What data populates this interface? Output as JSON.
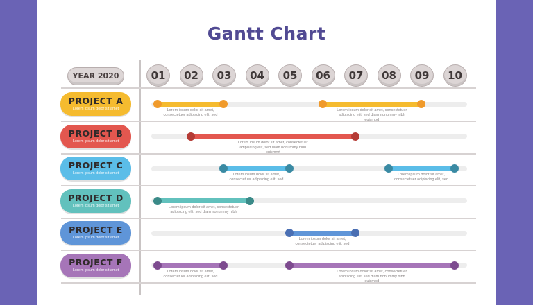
{
  "title": "Gantt Chart",
  "year_label": "YEAR 2020",
  "months": [
    "01",
    "02",
    "03",
    "04",
    "05",
    "06",
    "07",
    "08",
    "09",
    "10"
  ],
  "projects": [
    {
      "label": "PROJECT A",
      "sub": "Lorem ipsum dolor sit amet",
      "color": "#f5bb2f",
      "dot": "#f09a2b",
      "tasks": [
        {
          "start": 1,
          "end": 3,
          "note": [
            "Lorem ipsum dolor sit amet,",
            "consectetuer adipiscing elit, sed"
          ]
        },
        {
          "start": 6,
          "end": 9,
          "note": [
            "Lorem ipsum dolor sit amet, consectetuer",
            "adipiscing elit, sed diam nonummy nibh euismod"
          ]
        }
      ]
    },
    {
      "label": "PROJECT B",
      "sub": "Lorem ipsum dolor sit amet",
      "color": "#e3574f",
      "dot": "#b53b35",
      "tasks": [
        {
          "start": 2,
          "end": 7,
          "note": [
            "Lorem ipsum dolor sit amet, consectetuer",
            "adipiscing elit, sed diam nonummy nibh euismod"
          ]
        }
      ]
    },
    {
      "label": "PROJECT C",
      "sub": "Lorem ipsum dolor sit amet",
      "color": "#5bbde8",
      "dot": "#3a8aa3",
      "tasks": [
        {
          "start": 3,
          "end": 5,
          "note": [
            "Lorem ipsum dolor sit amet,",
            "consectetuer adipiscing elit, sed"
          ]
        },
        {
          "start": 8,
          "end": 10,
          "note": [
            "Lorem ipsum dolor sit amet,",
            "consectetuer adipiscing elit, sed"
          ]
        }
      ]
    },
    {
      "label": "PROJECT D",
      "sub": "Lorem ipsum dolor sit amet",
      "color": "#62c1bd",
      "dot": "#3a8a88",
      "tasks": [
        {
          "start": 1,
          "end": 3.8,
          "note": [
            "Lorem ipsum dolor sit amet, consectetuer",
            "adipiscing elit, sed diam nonummy nibh"
          ]
        }
      ]
    },
    {
      "label": "PROJECT E",
      "sub": "Lorem ipsum dolor sit amet",
      "color": "#5f95d8",
      "dot": "#4a6fb3",
      "tasks": [
        {
          "start": 5,
          "end": 7,
          "note": [
            "Lorem ipsum dolor sit amet,",
            "consectetuer adipiscing elit, sed"
          ]
        }
      ]
    },
    {
      "label": "PROJECT F",
      "sub": "Lorem ipsum dolor sit amet",
      "color": "#a675b8",
      "dot": "#7d4b8f",
      "tasks": [
        {
          "start": 1,
          "end": 3,
          "note": [
            "Lorem ipsum dolor sit amet,",
            "consectetuer adipiscing elit, sed"
          ]
        },
        {
          "start": 5,
          "end": 10,
          "note": [
            "Lorem ipsum dolor sit amet, consectetuer",
            "adipiscing elit, sed diam nonummy nibh euismod"
          ]
        }
      ]
    }
  ]
}
